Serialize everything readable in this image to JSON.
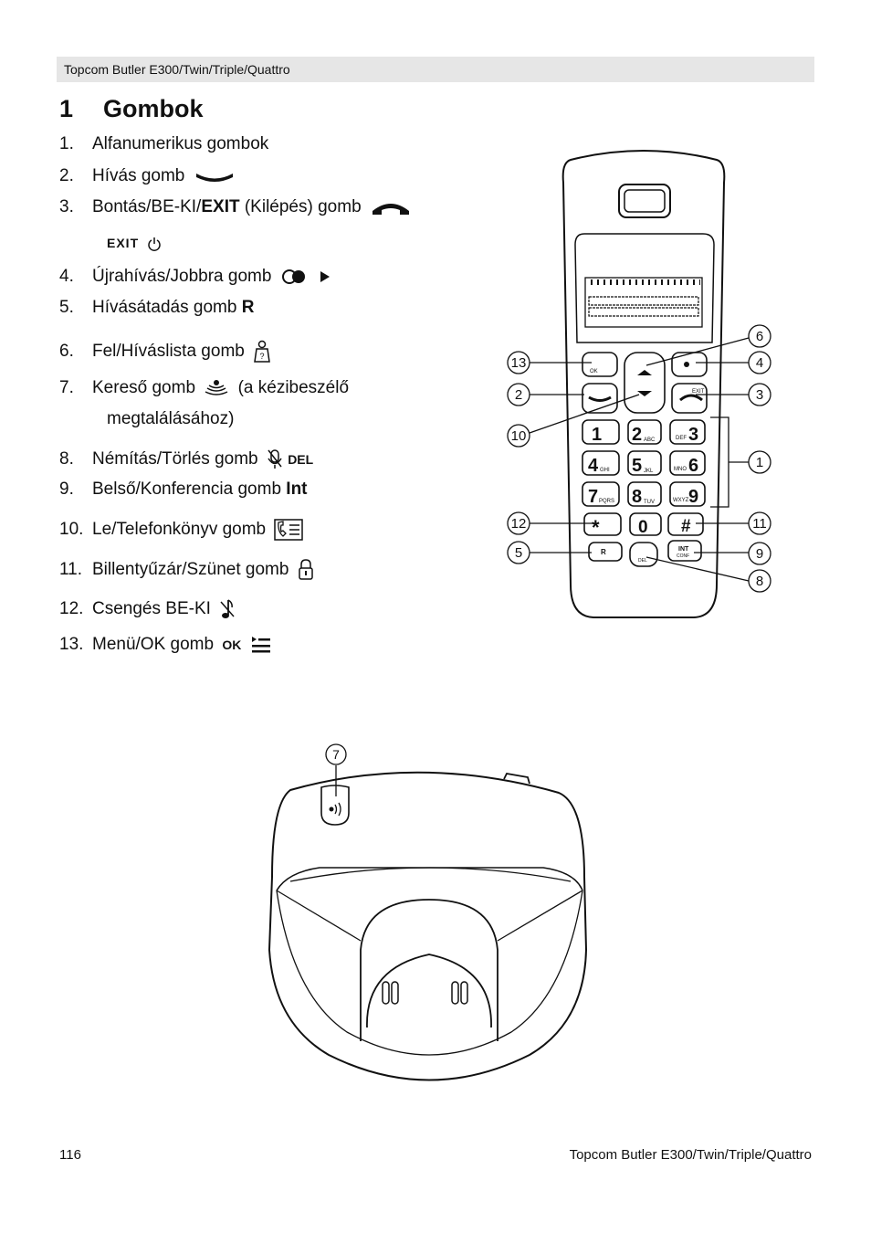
{
  "header": {
    "text": "Topcom Butler E300/Twin/Triple/Quattro"
  },
  "section": {
    "number": "1",
    "title": "Gombok"
  },
  "items": [
    {
      "n": "1.",
      "text": "Alfanumerikus gombok"
    },
    {
      "n": "2.",
      "text": "Hívás gomb"
    },
    {
      "n": "3.",
      "pre": "Bontás/BE-KI/",
      "bold": "EXIT",
      "post": " (Kilépés) gomb"
    },
    {
      "n": "4.",
      "text": "Újrahívás/Jobbra gomb"
    },
    {
      "n": "5.",
      "pre": "Hívásátadás gomb ",
      "bold": "R"
    },
    {
      "n": "6.",
      "text": "Fel/Híváslista gomb"
    },
    {
      "n": "7.",
      "text": "Kereső gomb",
      "post": "(a kézibeszélő",
      "cont": "megtalálásához)"
    },
    {
      "n": "8.",
      "text": "Némítás/Törlés gomb"
    },
    {
      "n": "9.",
      "pre": "Belső/Konferencia gomb ",
      "bold": "Int"
    },
    {
      "n": "10.",
      "text": "Le/Telefonkönyv gomb"
    },
    {
      "n": "11.",
      "text": "Billentyűzár/Szünet gomb"
    },
    {
      "n": "12.",
      "text": "Csengés BE-KI"
    },
    {
      "n": "13.",
      "text": "Menü/OK gomb"
    }
  ],
  "exit_label": "EXIT",
  "del_label": "DEL",
  "ok_label": "OK",
  "phone": {
    "keys": [
      {
        "main": "1",
        "sub": ""
      },
      {
        "main": "2",
        "sub": "ABC"
      },
      {
        "main": "3",
        "sub": "DEF"
      },
      {
        "main": "4",
        "sub": "GHI"
      },
      {
        "main": "5",
        "sub": "JKL"
      },
      {
        "main": "6",
        "sub": "MNO"
      },
      {
        "main": "7",
        "sub": "PQRS"
      },
      {
        "main": "8",
        "sub": "TUV"
      },
      {
        "main": "9",
        "sub": "WXYZ"
      }
    ],
    "star": "*",
    "zero": "0",
    "hash": "#",
    "r_key": "R",
    "int_key": "INT",
    "conf_key": "CONF",
    "exit_key": "EXIT",
    "del_key": "DEL",
    "ok_key": "OK",
    "callouts": [
      "1",
      "2",
      "3",
      "4",
      "5",
      "6",
      "8",
      "9",
      "10",
      "11",
      "12",
      "13"
    ]
  },
  "base": {
    "callout": "7"
  },
  "footer": {
    "page": "116",
    "text": "Topcom Butler E300/Twin/Triple/Quattro"
  }
}
